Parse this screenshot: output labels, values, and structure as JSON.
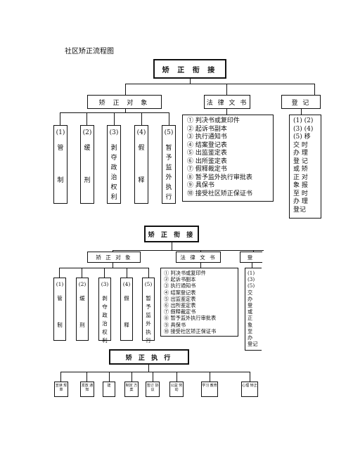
{
  "page_title": "社区矫正流程图",
  "diagram1": {
    "root": "矫 正 衔 接",
    "branches": [
      "矫 正 对 象",
      "法 律 文 书",
      "登    记"
    ],
    "targets": [
      {
        "num": "(1)",
        "chars": [
          "管",
          "制"
        ]
      },
      {
        "num": "(2)",
        "chars": [
          "缓",
          "刑"
        ]
      },
      {
        "num": "(3)",
        "chars": [
          "剥",
          "夺",
          "政",
          "治",
          "权",
          "利"
        ]
      },
      {
        "num": "(4)",
        "chars": [
          "假",
          "释"
        ]
      },
      {
        "num": "(5)",
        "chars": [
          "暂",
          "予",
          "监",
          "外",
          "执",
          "行"
        ]
      }
    ],
    "documents": [
      "① 判决书或复印件",
      "② 起诉书副本",
      "③ 执行通知书",
      "④ 结案登记表",
      "⑤ 出监鉴定表",
      "⑥ 出所鉴定表",
      "⑦ 假释裁定书",
      "⑧ 暂予监外执行审批表",
      "⑨ 具保书",
      "⑩ 接受社区矫正保证书"
    ],
    "register": [
      "(1)  (2)",
      "(3)  (4)",
      "(5)  移",
      "交  时",
      "办  理",
      "登  记",
      "或  矫",
      "正  对",
      "象  报",
      "至  时",
      "办  理",
      "登记"
    ]
  },
  "diagram2": {
    "root": "矫 正 衔 接",
    "branches": [
      "矫 正 对 象",
      "法 律 文 书",
      "登"
    ],
    "targets": [
      {
        "num": "(1)",
        "chars": [
          "管",
          "制"
        ]
      },
      {
        "num": "(2)",
        "chars": [
          "缓",
          "刑"
        ]
      },
      {
        "num": "(3)",
        "chars": [
          "剥",
          "夺",
          "政",
          "治",
          "权",
          "利"
        ]
      },
      {
        "num": "(4)",
        "chars": [
          "假",
          "释"
        ]
      },
      {
        "num": "(5)",
        "chars": [
          "暂",
          "予",
          "监",
          "外",
          "执",
          "行"
        ]
      }
    ],
    "documents": [
      "① 判决书或复印件",
      "② 起诉书副本",
      "③ 执行通知书",
      "④ 结案登记表",
      "⑤ 出监鉴定表",
      "⑥ 出所鉴定表",
      "⑦ 假释裁定书",
      "⑧ 暂予监外执行审批表",
      "⑨ 具保书",
      "⑩ 接受社区矫正保证书"
    ],
    "register": [
      "(1)",
      "(3)",
      "(5)",
      "交",
      "办",
      "登",
      "或",
      "正",
      "象",
      "至",
      "办",
      "登记"
    ],
    "exec_title": "矫 正 执 行",
    "exec_items": [
      "宣读 规章",
      "发放 通知",
      "建",
      "制定 方案",
      "签订 协议",
      "公益 劳动",
      "学习 教育",
      "心理 矫正"
    ]
  }
}
